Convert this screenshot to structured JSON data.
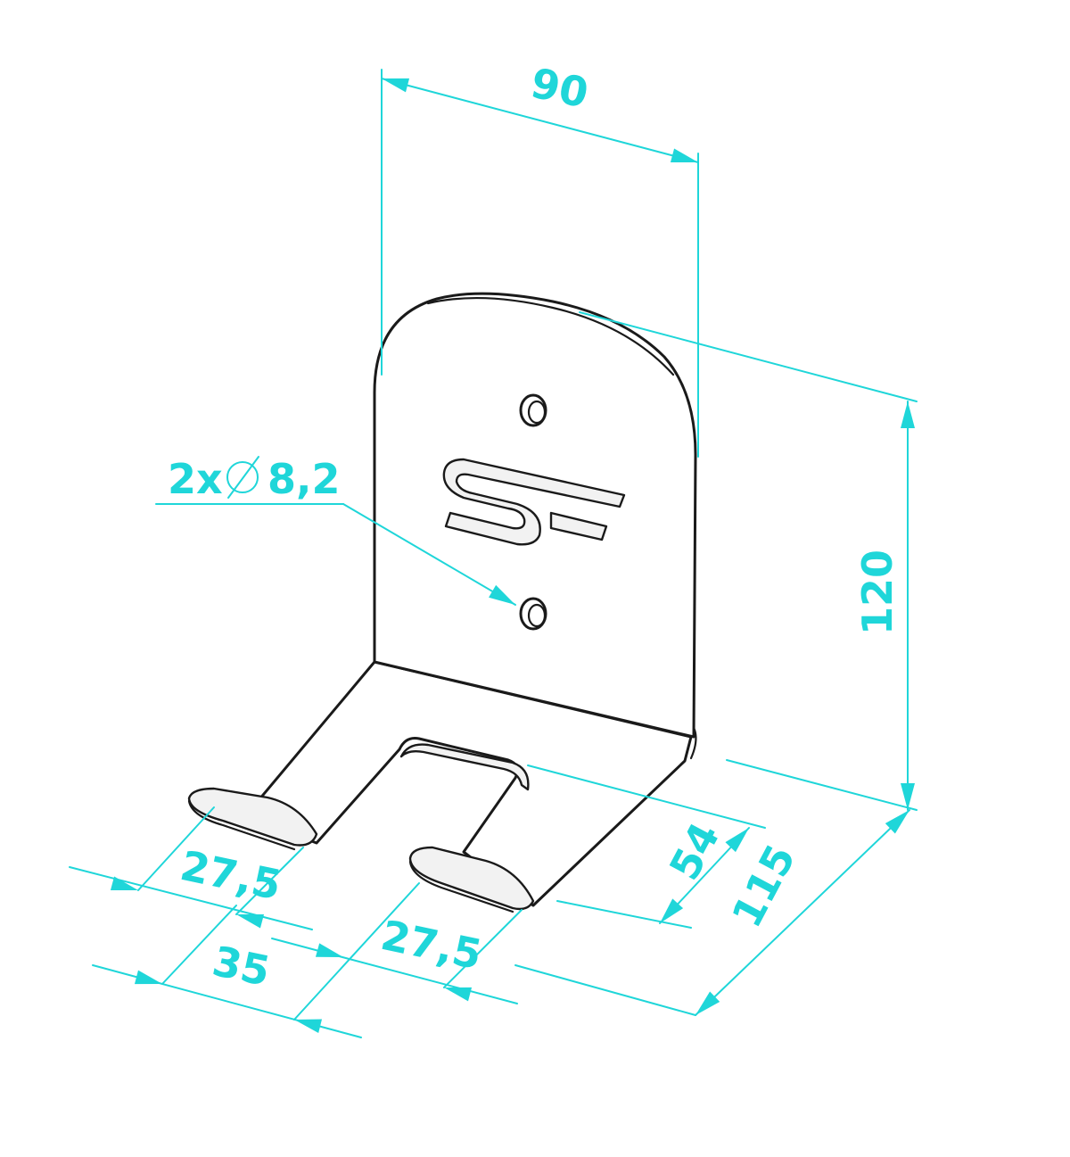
{
  "colors": {
    "dimension": "#1fd6d9",
    "part_outline": "#1a1a1a"
  },
  "dimensions": {
    "width_top": "90",
    "height": "120",
    "depth_54": "54",
    "depth_115": "115",
    "prong_left": "27,5",
    "gap": "35",
    "prong_right": "27,5"
  },
  "callouts": {
    "holes_count": "2x",
    "holes_diameter": "8,2"
  },
  "icons": [
    "diameter-symbol-icon",
    "logo-mark"
  ]
}
